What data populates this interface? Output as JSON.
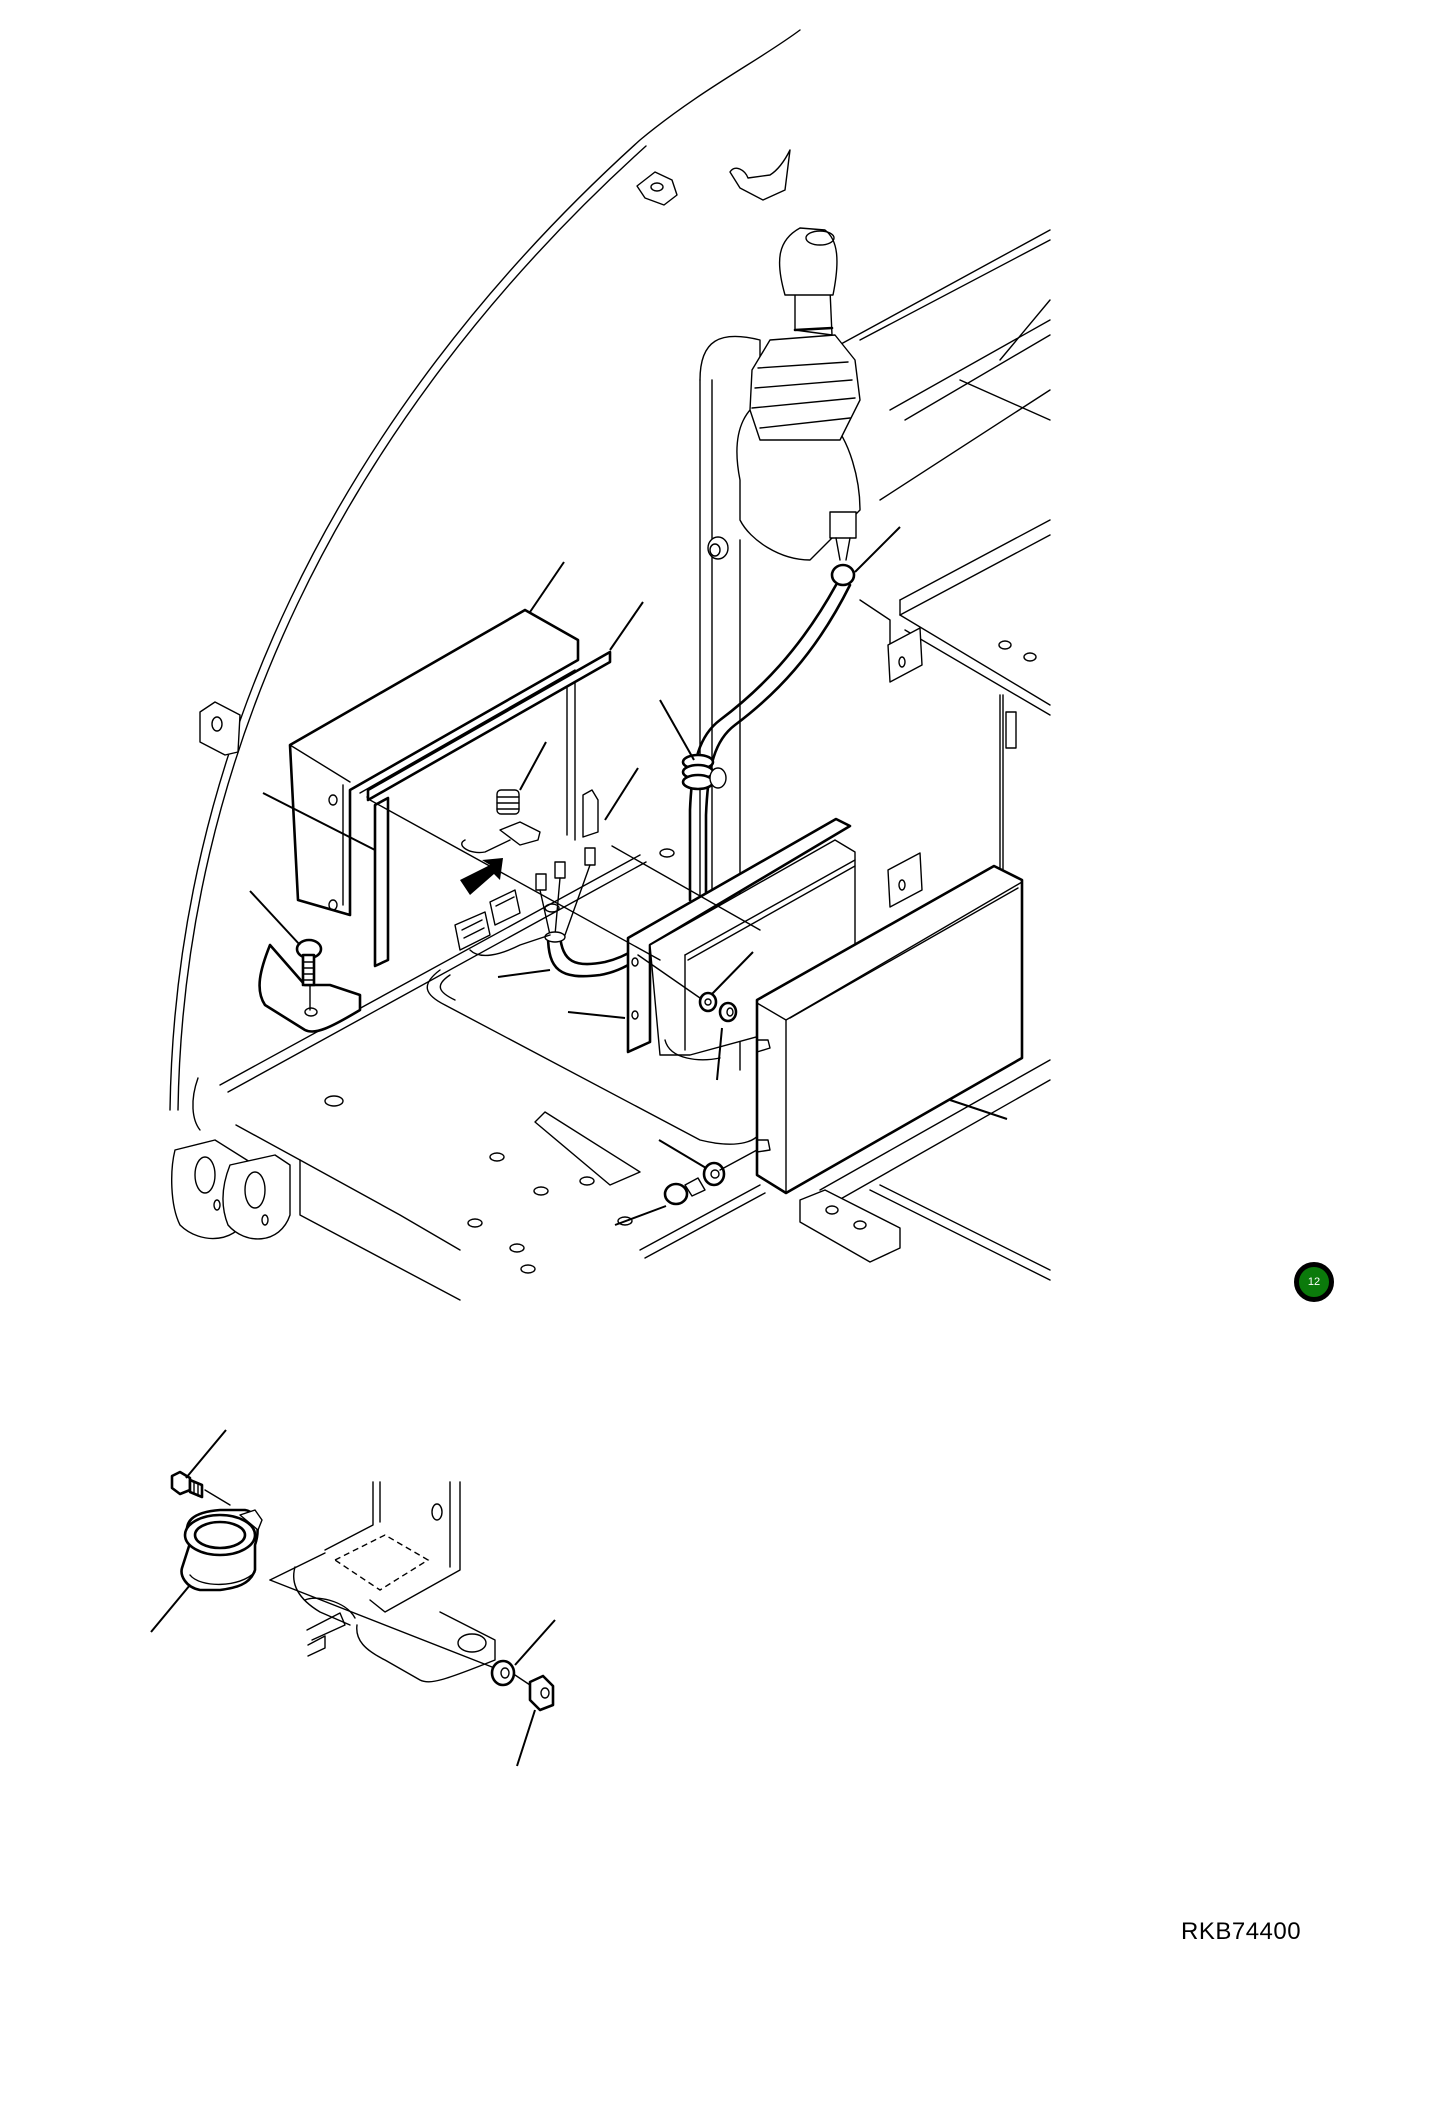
{
  "figure": {
    "type": "exploded parts illustration",
    "subject": "Controller unit mounting under operator seat / console with joystick harness",
    "main_view": {
      "components": [
        "cab floor plate",
        "cab rear curved panel",
        "joystick lever with rubber boot",
        "console armrest",
        "controller bracket (L-shaped)",
        "bracket rail strip",
        "controller unit",
        "controller cover",
        "wire harness with grommet",
        "harness connectors",
        "rubber grommet",
        "connector housing",
        "bolt",
        "washer",
        "nut",
        "mounting screw",
        "floor mount bracket"
      ],
      "leader_line_count": 17,
      "direction_arrow": "install-direction-arrow"
    },
    "detail_view": {
      "components": [
        "flange bolt",
        "rubber mount",
        "mount bracket",
        "washer",
        "nut"
      ],
      "leader_line_count": 4
    }
  },
  "page_badge": {
    "label": "12",
    "color": "#0b7a0b"
  },
  "figure_code": "RKB74400"
}
